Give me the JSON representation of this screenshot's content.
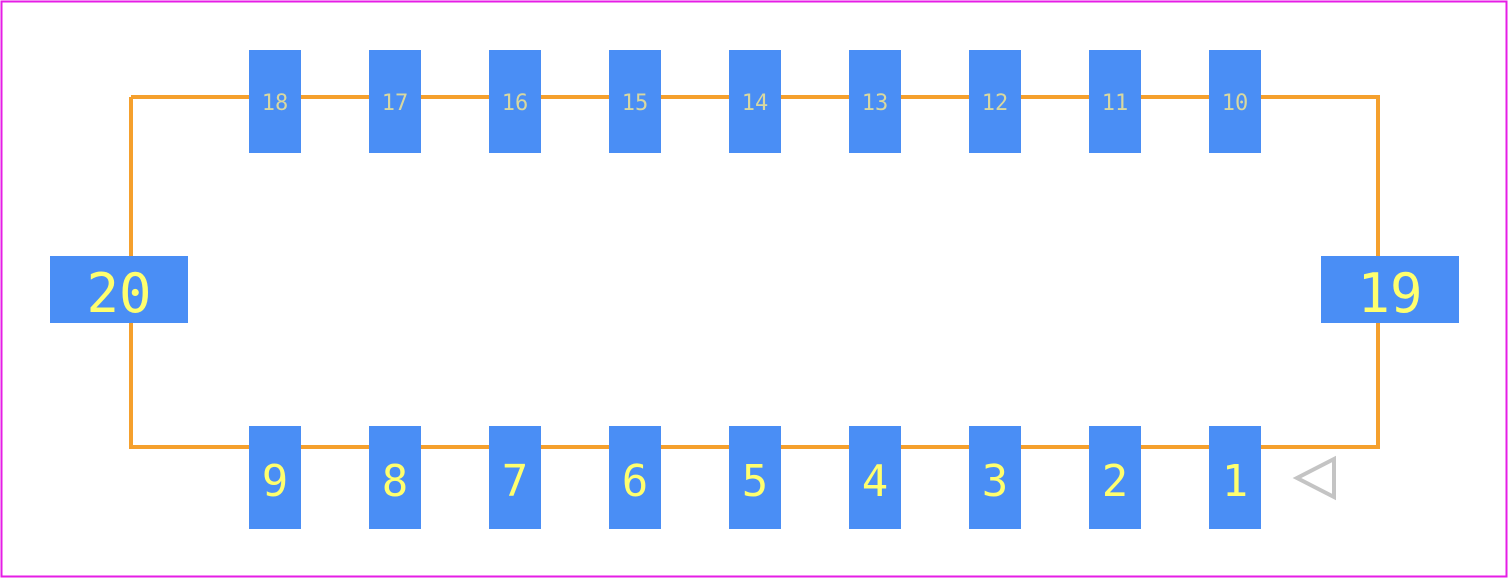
{
  "colors": {
    "background": "#ffffff",
    "border": "#e61ee6",
    "outline": "#f5a02d",
    "pad": "#4a8ef5",
    "pad_label_small": "#d8d8a0",
    "pad_label_large": "#ffff6e",
    "pin1_marker": "#c4c4c4"
  },
  "icons": {
    "pin1_marker": "triangle-outline-left"
  },
  "pads": {
    "top": [
      "18",
      "17",
      "16",
      "15",
      "14",
      "13",
      "12",
      "11",
      "10"
    ],
    "bottom": [
      "9",
      "8",
      "7",
      "6",
      "5",
      "4",
      "3",
      "2",
      "1"
    ],
    "left": "20",
    "right": "19"
  }
}
